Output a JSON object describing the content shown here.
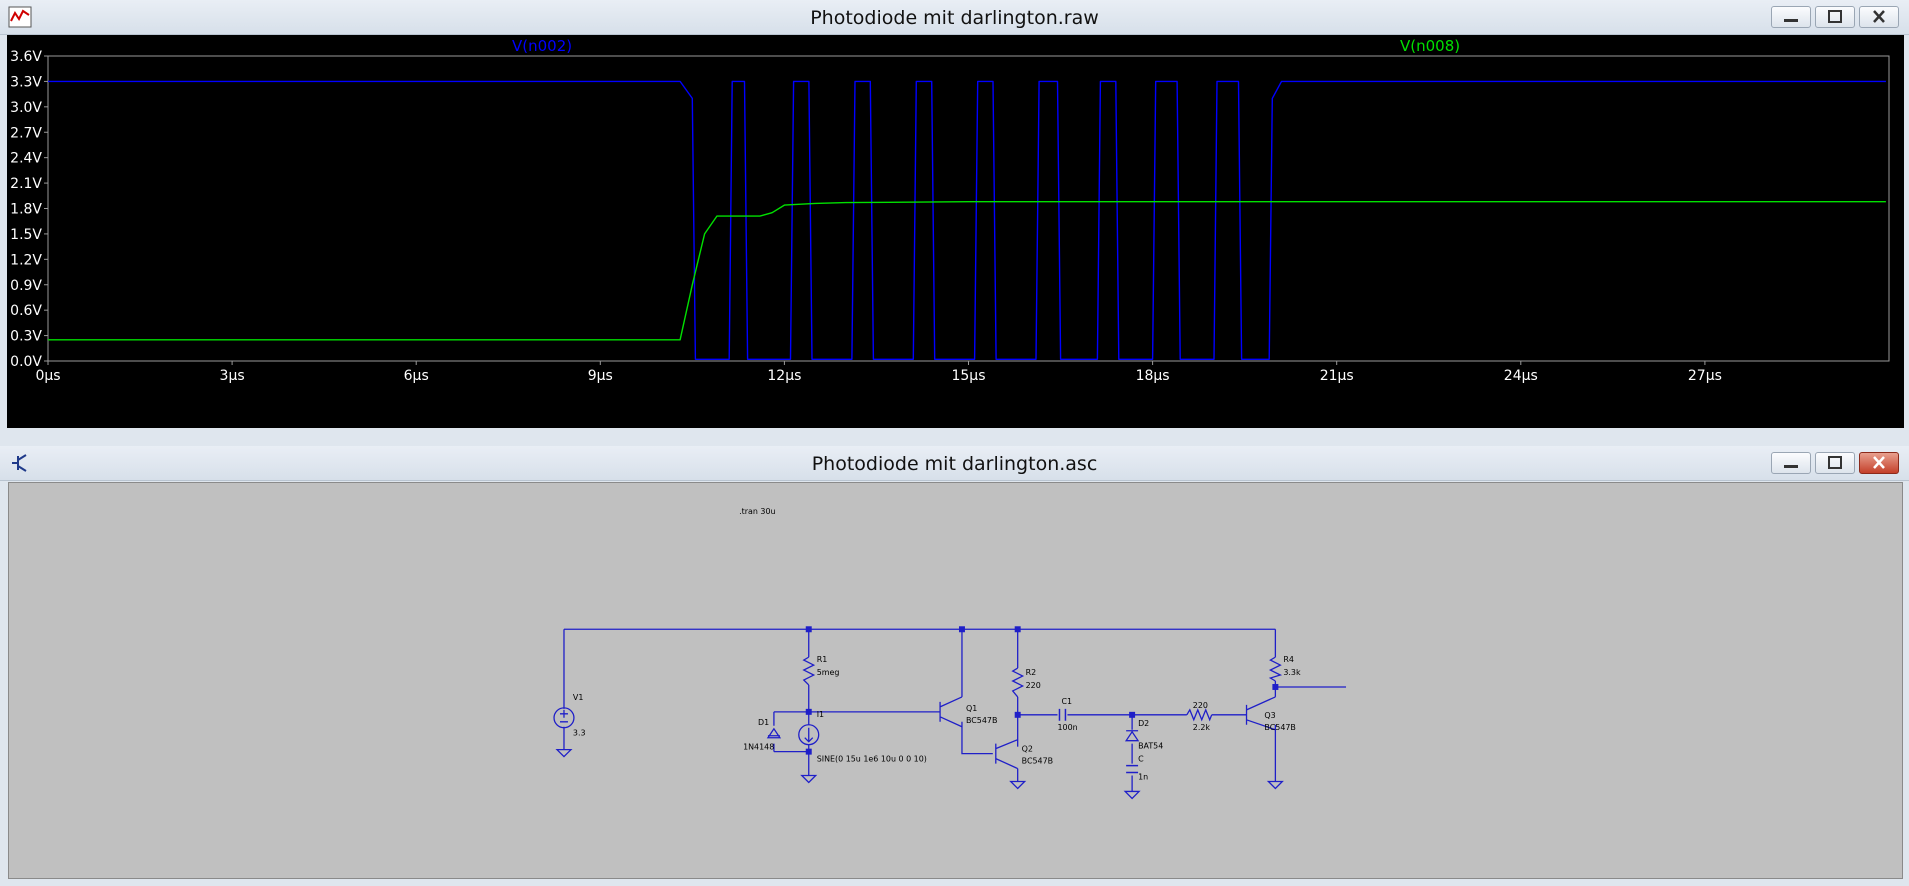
{
  "waveform_window": {
    "title": "Photodiode mit darlington.raw",
    "trace_labels": [
      "V(n002)",
      "V(n008)"
    ]
  },
  "schematic_window": {
    "title": "Photodiode mit darlington.asc",
    "directive": ".tran 30u"
  },
  "colors": {
    "trace1": "#0000ff",
    "trace2": "#00e000",
    "wire": "#1f1fc8",
    "plot_bg": "#000000",
    "schem_bg": "#c0c0c0"
  },
  "chart_data": {
    "type": "line",
    "x_unit": "µs",
    "y_unit": "V",
    "xlim": [
      0,
      30
    ],
    "ylim": [
      0,
      3.6
    ],
    "x_ticks": [
      "0µs",
      "3µs",
      "6µs",
      "9µs",
      "12µs",
      "15µs",
      "18µs",
      "21µs",
      "24µs",
      "27µs"
    ],
    "y_ticks": [
      "0.0V",
      "0.3V",
      "0.6V",
      "0.9V",
      "1.2V",
      "1.5V",
      "1.8V",
      "2.1V",
      "2.4V",
      "2.7V",
      "3.0V",
      "3.3V",
      "3.6V"
    ],
    "series": [
      {
        "name": "V(n002)",
        "color": "#0000ff",
        "x": [
          0,
          10.3,
          10.5,
          10.55,
          11.1,
          11.15,
          11.35,
          11.4,
          12.1,
          12.15,
          12.4,
          12.45,
          13.1,
          13.15,
          13.4,
          13.45,
          14.1,
          14.15,
          14.4,
          14.45,
          15.1,
          15.15,
          15.4,
          15.45,
          16.1,
          16.15,
          16.45,
          16.5,
          17.1,
          17.15,
          17.4,
          17.45,
          18.0,
          18.05,
          18.4,
          18.45,
          19.0,
          19.05,
          19.4,
          19.45,
          19.9,
          19.95,
          20.1,
          20.2,
          29.95
        ],
        "y": [
          3.3,
          3.3,
          3.1,
          0.02,
          0.02,
          3.3,
          3.3,
          0.02,
          0.02,
          3.3,
          3.3,
          0.02,
          0.02,
          3.3,
          3.3,
          0.02,
          0.02,
          3.3,
          3.3,
          0.02,
          0.02,
          3.3,
          3.3,
          0.02,
          0.02,
          3.3,
          3.3,
          0.02,
          0.02,
          3.3,
          3.3,
          0.02,
          0.02,
          3.3,
          3.3,
          0.02,
          0.02,
          3.3,
          3.3,
          0.02,
          0.02,
          3.1,
          3.3,
          3.3,
          3.3
        ]
      },
      {
        "name": "V(n008)",
        "color": "#00e000",
        "x": [
          0,
          10.3,
          10.5,
          10.7,
          10.9,
          11.6,
          11.8,
          12.0,
          12.5,
          13.0,
          15.0,
          18.0,
          20.0,
          29.95
        ],
        "y": [
          0.25,
          0.25,
          0.9,
          1.5,
          1.71,
          1.71,
          1.75,
          1.84,
          1.86,
          1.87,
          1.88,
          1.88,
          1.88,
          1.88
        ]
      }
    ]
  },
  "components": {
    "V1": {
      "name": "V1",
      "value": "3.3"
    },
    "R1": {
      "name": "R1",
      "value": "5meg"
    },
    "D1": {
      "name": "D1",
      "value": "1N4148"
    },
    "I1": {
      "name": "I1",
      "value": "SINE(0 15u 1e6 10u 0 0 10)"
    },
    "Q1": {
      "name": "Q1",
      "value": "BC547B"
    },
    "Q2": {
      "name": "Q2",
      "value": "BC547B"
    },
    "R2": {
      "name": "R2",
      "value": "220"
    },
    "C1": {
      "name": "C1",
      "value": "100n"
    },
    "D2": {
      "name": "D2",
      "value": "BAT54"
    },
    "C": {
      "name": "C",
      "value": "1n"
    },
    "Rb": {
      "name": "220",
      "value": "2.2k"
    },
    "Q3": {
      "name": "Q3",
      "value": "BC547B"
    },
    "R4": {
      "name": "R4",
      "value": "3.3k"
    }
  }
}
